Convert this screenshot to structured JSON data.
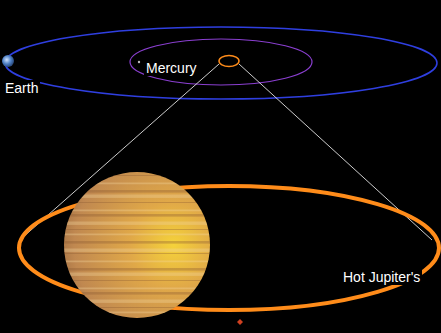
{
  "diagram": {
    "labels": [
      "Mercury",
      "Earth",
      "Hot Jupiter's"
    ]
  }
}
